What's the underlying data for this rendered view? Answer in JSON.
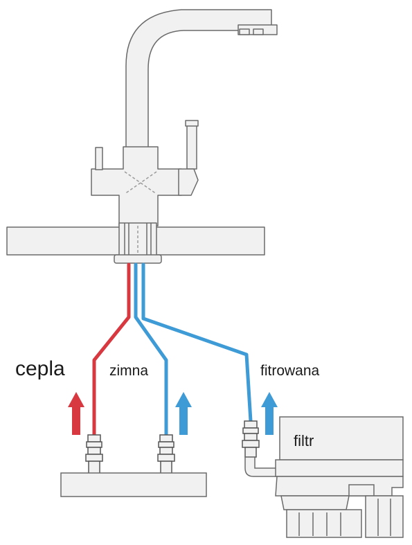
{
  "labels": {
    "hot": "cepla",
    "cold": "zimna",
    "filtered": "fitrowana",
    "filter": "filtr"
  },
  "colors": {
    "hot": "#d8383f",
    "cold": "#3e9bd6",
    "line": "#6a6a6a",
    "fill": "#f1f1f1",
    "text": "#1a1a1a"
  }
}
